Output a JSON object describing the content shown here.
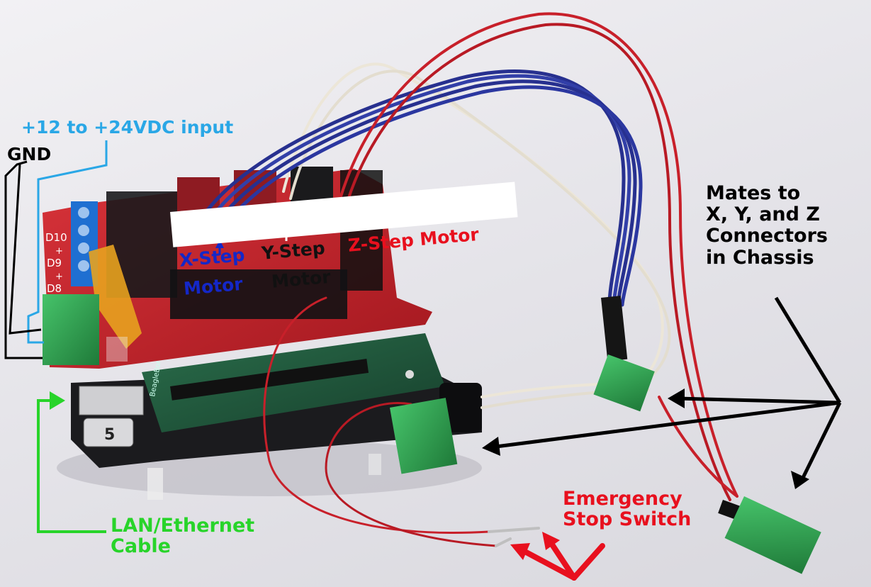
{
  "annotations": {
    "power_input": "+12 to +24VDC input",
    "ground": "GND",
    "x_motor_line1": "X-Step",
    "x_motor_line2": "Motor",
    "y_motor_line1": "Y-Step",
    "y_motor_line2": "Motor",
    "z_motor": "Z-Step Motor",
    "mates_to": [
      "Mates to",
      "X, Y, and Z",
      "Connectors",
      "in Chassis"
    ],
    "lan_cable": [
      "LAN/Ethernet",
      "Cable"
    ],
    "emergency_stop": [
      "Emergency",
      "Stop Switch"
    ]
  },
  "board_silkscreen": [
    "D10",
    "+",
    "D9",
    "+",
    "D8"
  ],
  "dial_text": "5",
  "board_text": "BeagleBone",
  "colors": {
    "power_input": "#2aa7e6",
    "ground": "#000000",
    "x_motor": "#1427c8",
    "y_motor": "#111111",
    "z_motor": "#e8101e",
    "lan_cable": "#28d42a",
    "emergency_stop": "#e8101e",
    "shield_pcb": "#c8232c",
    "cape_pcb": "#1f5c3e",
    "terminal_block": "#2e9e4a",
    "wire_blue": "#27308f",
    "wire_red": "#c8202a",
    "wire_white": "#ece6d8"
  }
}
